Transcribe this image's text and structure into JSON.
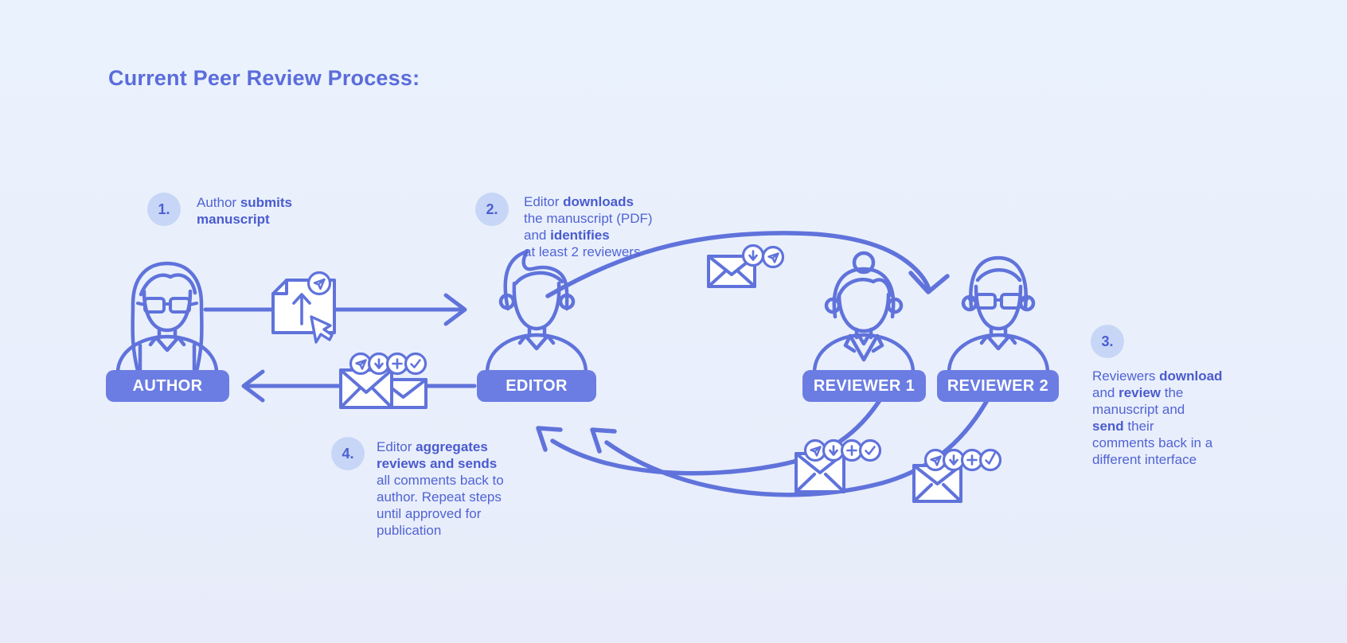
{
  "title": "Current Peer Review Process:",
  "actors": [
    {
      "label": "AUTHOR"
    },
    {
      "label": "EDITOR"
    },
    {
      "label": "REVIEWER 1"
    },
    {
      "label": "REVIEWER 2"
    }
  ],
  "steps": [
    {
      "num": "1.",
      "segments": [
        {
          "t": "Author "
        },
        {
          "t": "submits",
          "b": 1
        },
        {
          "br": 1
        },
        {
          "t": "manuscript",
          "b": 1
        }
      ]
    },
    {
      "num": "2.",
      "segments": [
        {
          "t": "Editor "
        },
        {
          "t": "downloads",
          "b": 1
        },
        {
          "br": 1
        },
        {
          "t": "the manuscript (PDF)"
        },
        {
          "br": 1
        },
        {
          "t": "and "
        },
        {
          "t": "identifies",
          "b": 1
        },
        {
          "br": 1
        },
        {
          "t": "at least 2 reviewers"
        }
      ]
    },
    {
      "num": "3.",
      "segments": [
        {
          "t": "Reviewers "
        },
        {
          "t": "download",
          "b": 1
        },
        {
          "br": 1
        },
        {
          "t": "and "
        },
        {
          "t": "review",
          "b": 1
        },
        {
          "t": " the"
        },
        {
          "br": 1
        },
        {
          "t": "manuscript and"
        },
        {
          "br": 1
        },
        {
          "t": "send",
          "b": 1
        },
        {
          "t": " their"
        },
        {
          "br": 1
        },
        {
          "t": "comments back in a"
        },
        {
          "br": 1
        },
        {
          "t": "different interface"
        }
      ]
    },
    {
      "num": "4.",
      "segments": [
        {
          "t": "Editor "
        },
        {
          "t": "aggregates",
          "b": 1
        },
        {
          "br": 1
        },
        {
          "t": "reviews and sends",
          "b": 1
        },
        {
          "br": 1
        },
        {
          "t": "all comments back to"
        },
        {
          "br": 1
        },
        {
          "t": "author. Repeat steps"
        },
        {
          "br": 1
        },
        {
          "t": "until approved for"
        },
        {
          "br": 1
        },
        {
          "t": "publication"
        }
      ]
    }
  ],
  "icons": {
    "send": "paper-plane",
    "download": "arrow-down",
    "add": "plus",
    "approve": "check",
    "upload": "arrow-up",
    "pointer": "cursor",
    "mail": "envelope",
    "manuscript": "document-with-upload-arrow"
  },
  "colors": {
    "background_top": "#eaf2fd",
    "background_bottom": "#e8ecfa",
    "accent_line": "#6073db",
    "label_fill": "#6b7de3",
    "label_text": "#ffffff",
    "badge_bg": "#c7d6f6",
    "badge_text": "#4c5ed1",
    "body_text": "#5163d4",
    "title_text": "#5b6cdb",
    "icon_fill": "#ffffff"
  }
}
